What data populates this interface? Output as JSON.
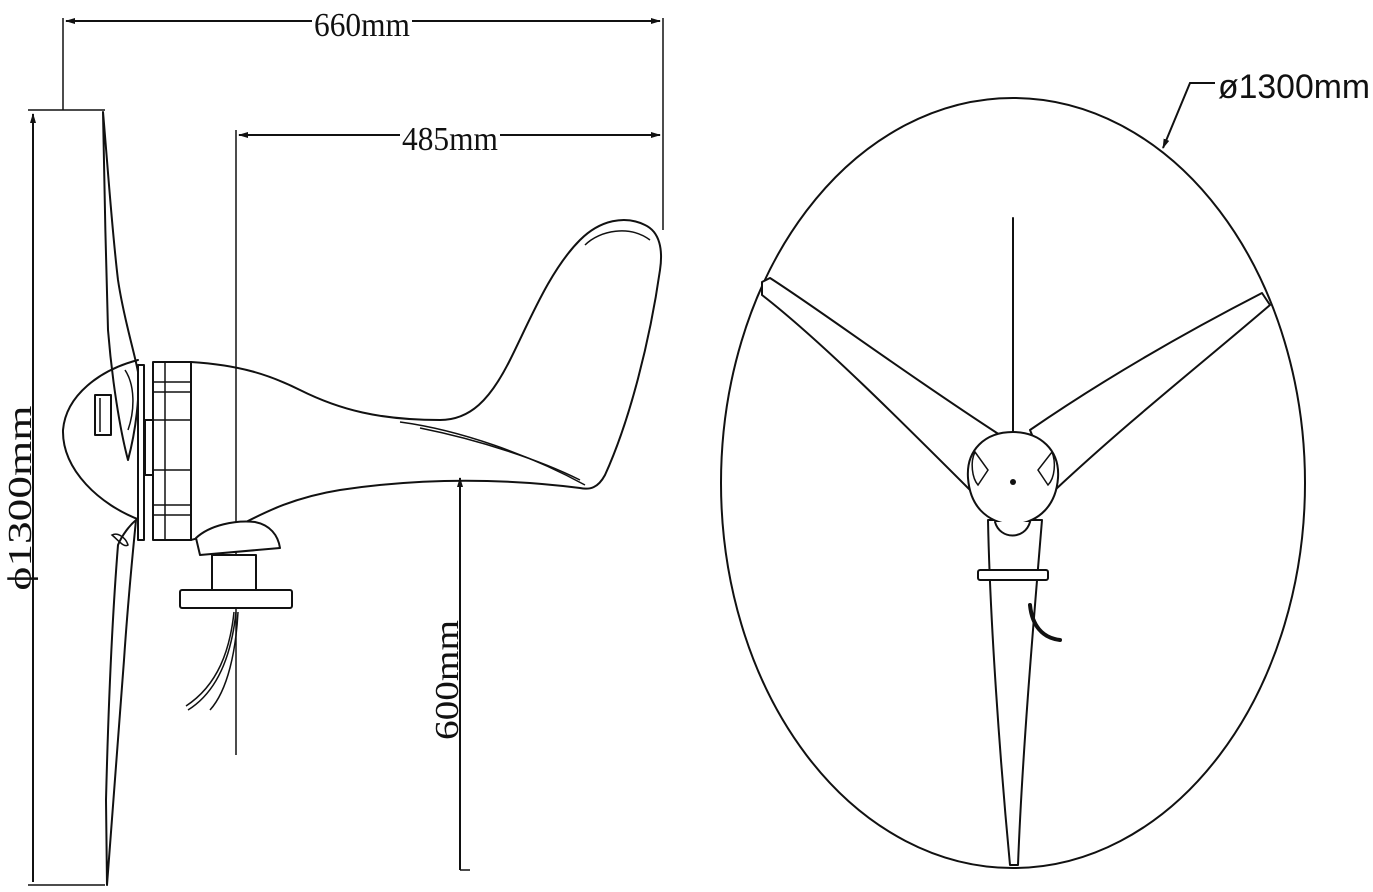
{
  "diagram": {
    "type": "technical-drawing",
    "subject": "small horizontal-axis wind turbine, 3 blades",
    "views": [
      {
        "name": "side-view",
        "dimensions": {
          "overall_length": "660mm",
          "body_length": "485mm",
          "rotor_diameter": "ϕ1300mm",
          "tower_mount_height": "600mm"
        }
      },
      {
        "name": "front-view",
        "dimensions": {
          "rotor_diameter": "ø1300mm"
        }
      }
    ]
  },
  "labels": {
    "dim_660": "660mm",
    "dim_485": "485mm",
    "dim_1300_side": "ϕ1300mm",
    "dim_600": "600mm",
    "dim_1300_front": "ø1300mm"
  },
  "colors": {
    "line": "#111111",
    "background": "#ffffff"
  }
}
